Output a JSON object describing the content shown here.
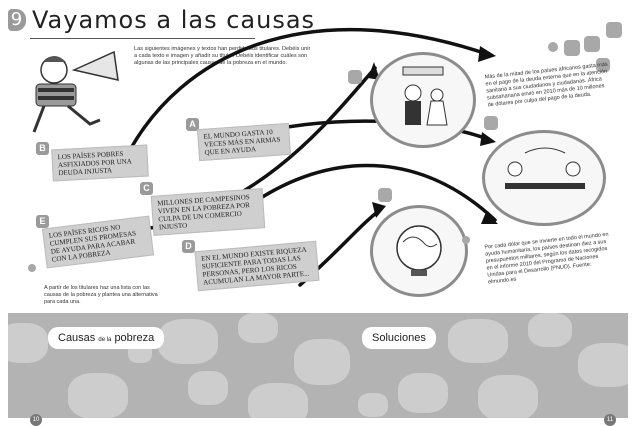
{
  "header": {
    "number": "9",
    "title": "Vayamos a las causas"
  },
  "intro": "Las siguientes imágenes y textos han perdido sus titulares. Debéis unir a cada texto e imagen y añadir su titular. Debéis identificar cuáles son algunas de las principales causas de la pobreza en el mundo.",
  "cards": [
    {
      "letter": "B",
      "text": "Los países pobres asfixiados por una deuda injusta"
    },
    {
      "letter": "A",
      "text": "El mundo gasta 10 veces más en armas que en ayuda"
    },
    {
      "letter": "C",
      "text": "Millones de campesinos viven en la pobreza por culpa de un comercio injusto"
    },
    {
      "letter": "E",
      "text": "Los países ricos no cumplen sus promesas de ayuda para acabar con la pobreza"
    },
    {
      "letter": "D",
      "text": "En el mundo existe riqueza suficiente para todas las personas, pero los ricos acumulan la mayor parte..."
    }
  ],
  "left_caption": "A partir de los titulares haz una lista con las causas de la pobreza y plantea una alternativa para cada una.",
  "right_text_top": "Más de la mitad de los países africanos gasta más en el pago de la deuda externa que en la atención sanitaria a sus ciudadanos y ciudadanas. África subsahariana envió en 2010 más de 10 millones de dólares por culpa del pago de la deuda.",
  "right_text_bottom": "Por cada dólar que se invierte en todo el mundo en ayuda humanitaria, los países destinan diez a sus presupuestos militares, según los datos recogidos en el informe 2010 del Programa de Naciones Unidas para el Desarrollo (PNUD). Fuente: elmundo.es",
  "bottom": {
    "left_label_a": "Causas",
    "left_label_small": "de la",
    "left_label_b": "pobreza",
    "right_label": "Soluciones"
  },
  "page_numbers": {
    "left": "10",
    "right": "11"
  },
  "colors": {
    "card": "#cfcfcf",
    "accent_gray": "#9a9a9a",
    "band": "#b3b3b3"
  }
}
